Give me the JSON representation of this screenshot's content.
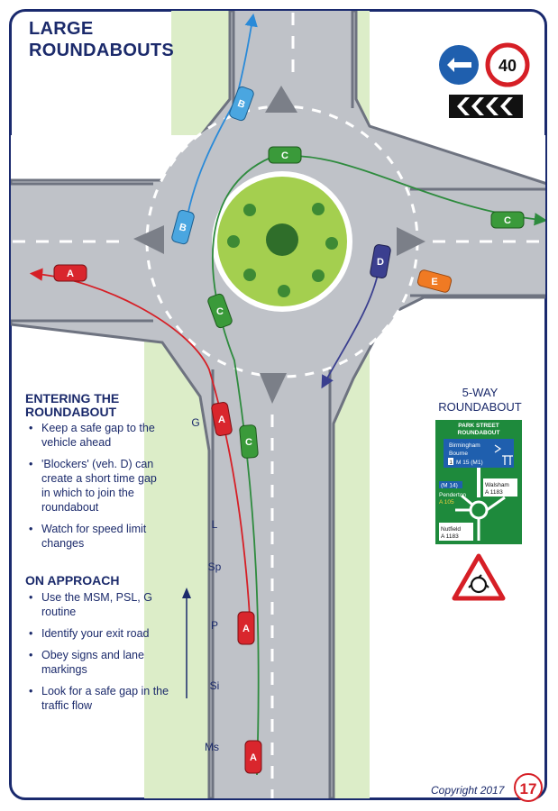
{
  "title": {
    "line1": "LARGE",
    "line2": "ROUNDABOUTS"
  },
  "signs": {
    "speed_limit": "40",
    "roundabout_sign": {
      "header_line1": "PARK STREET",
      "header_line2": "ROUNDABOUT",
      "top_dest1": "Birmingham",
      "top_dest2": "Bourne",
      "top_dest3_route": "1",
      "top_dest3": "M 15 (M1)",
      "left_route": "(M 14)",
      "left_dest": "Penderton",
      "left_road": "A 105",
      "right_dest": "Walsham",
      "right_road": "A 1183",
      "bottom_dest": "Nutfield",
      "bottom_road": "A 1183"
    },
    "colors": {
      "sign_green": "#1e8a3c",
      "sign_blue": "#1f5fae",
      "sign_red": "#d61f26"
    }
  },
  "vehicles": {
    "b_top": "B",
    "b_left": "B",
    "c_top": "C",
    "c_right": "C",
    "c_left": "C",
    "c_lower": "C",
    "a_left": "A",
    "a_entry": "A",
    "a_mid": "A",
    "a_bottom": "A",
    "d": "D",
    "e": "E"
  },
  "entering": {
    "heading_line1": "ENTERING THE",
    "heading_line2": "ROUNDABOUT",
    "bullets": [
      "Keep a safe gap to the vehicle ahead",
      "'Blockers' (veh. D) can create a short time gap in which to join the roundabout",
      "Watch for speed limit changes"
    ]
  },
  "approach": {
    "heading": "ON APPROACH",
    "bullets": [
      "Use the MSM, PSL, G routine",
      "Identify your exit road",
      "Obey signs and lane markings",
      "Look for a safe gap in the traffic flow"
    ]
  },
  "stages": [
    "G",
    "L",
    "Sp",
    "P",
    "Si",
    "Ms"
  ],
  "five_way": {
    "line1": "5-WAY",
    "line2": "ROUNDABOUT"
  },
  "copyright": "Copyright 2017",
  "page_number": "17"
}
